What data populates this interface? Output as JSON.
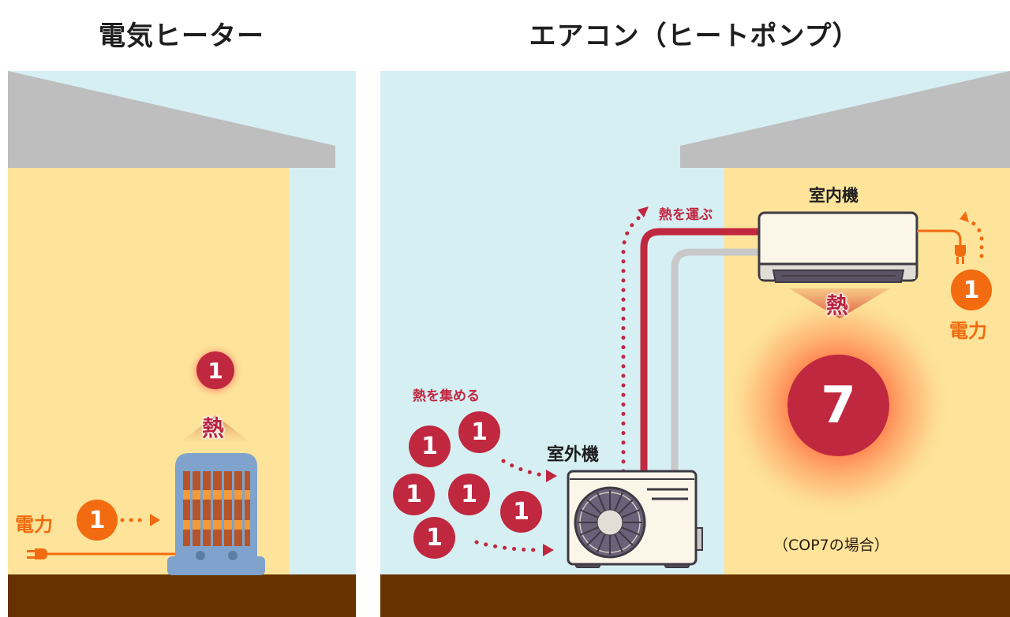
{
  "titles": {
    "left": "電気ヒーター",
    "right": "エアコン（ヒートポンプ）"
  },
  "electric_heater": {
    "power_label": "電力",
    "power_input": "1",
    "heat_label": "熱",
    "heat_output": "1"
  },
  "heat_pump": {
    "collect_heat_label": "熱を集める",
    "ambient_heat_units": [
      "1",
      "1",
      "1",
      "1",
      "1",
      "1"
    ],
    "outdoor_unit_label": "室外機",
    "carry_heat_label": "熱を運ぶ",
    "indoor_unit_label": "室内機",
    "heat_label": "熱",
    "power_input": "1",
    "power_label": "電力",
    "heat_output": "7",
    "cop_note": "（COP7の場合）"
  },
  "colors": {
    "sky": "#d6eff3",
    "wall": "#fde49a",
    "roof": "#bebebe",
    "ground": "#673200",
    "heat_red": "#c0283f",
    "power_orange": "#f26b10",
    "heater_blue": "#7fa3cc"
  }
}
